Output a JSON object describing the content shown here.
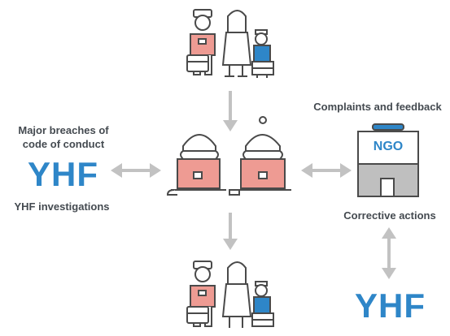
{
  "labels": {
    "major_breaches_line1": "Major breaches of",
    "major_breaches_line2": "code of conduct",
    "yhf_left": "YHF",
    "yhf_investigations": "YHF investigations",
    "complaints": "Complaints and feedback",
    "ngo": "NGO",
    "corrective": "Corrective actions",
    "yhf_right": "YHF"
  },
  "colors": {
    "accent_blue": "#2e86c8",
    "pink": "#ee9b93",
    "outline": "#4a4a4a",
    "arrow": "#c2c2c2",
    "text": "#444a50"
  },
  "icons": {
    "top_group": "refugee-family-icon",
    "center": "staff-at-laptops-icon",
    "bottom_group": "refugee-family-icon",
    "right": "ngo-building-icon"
  }
}
